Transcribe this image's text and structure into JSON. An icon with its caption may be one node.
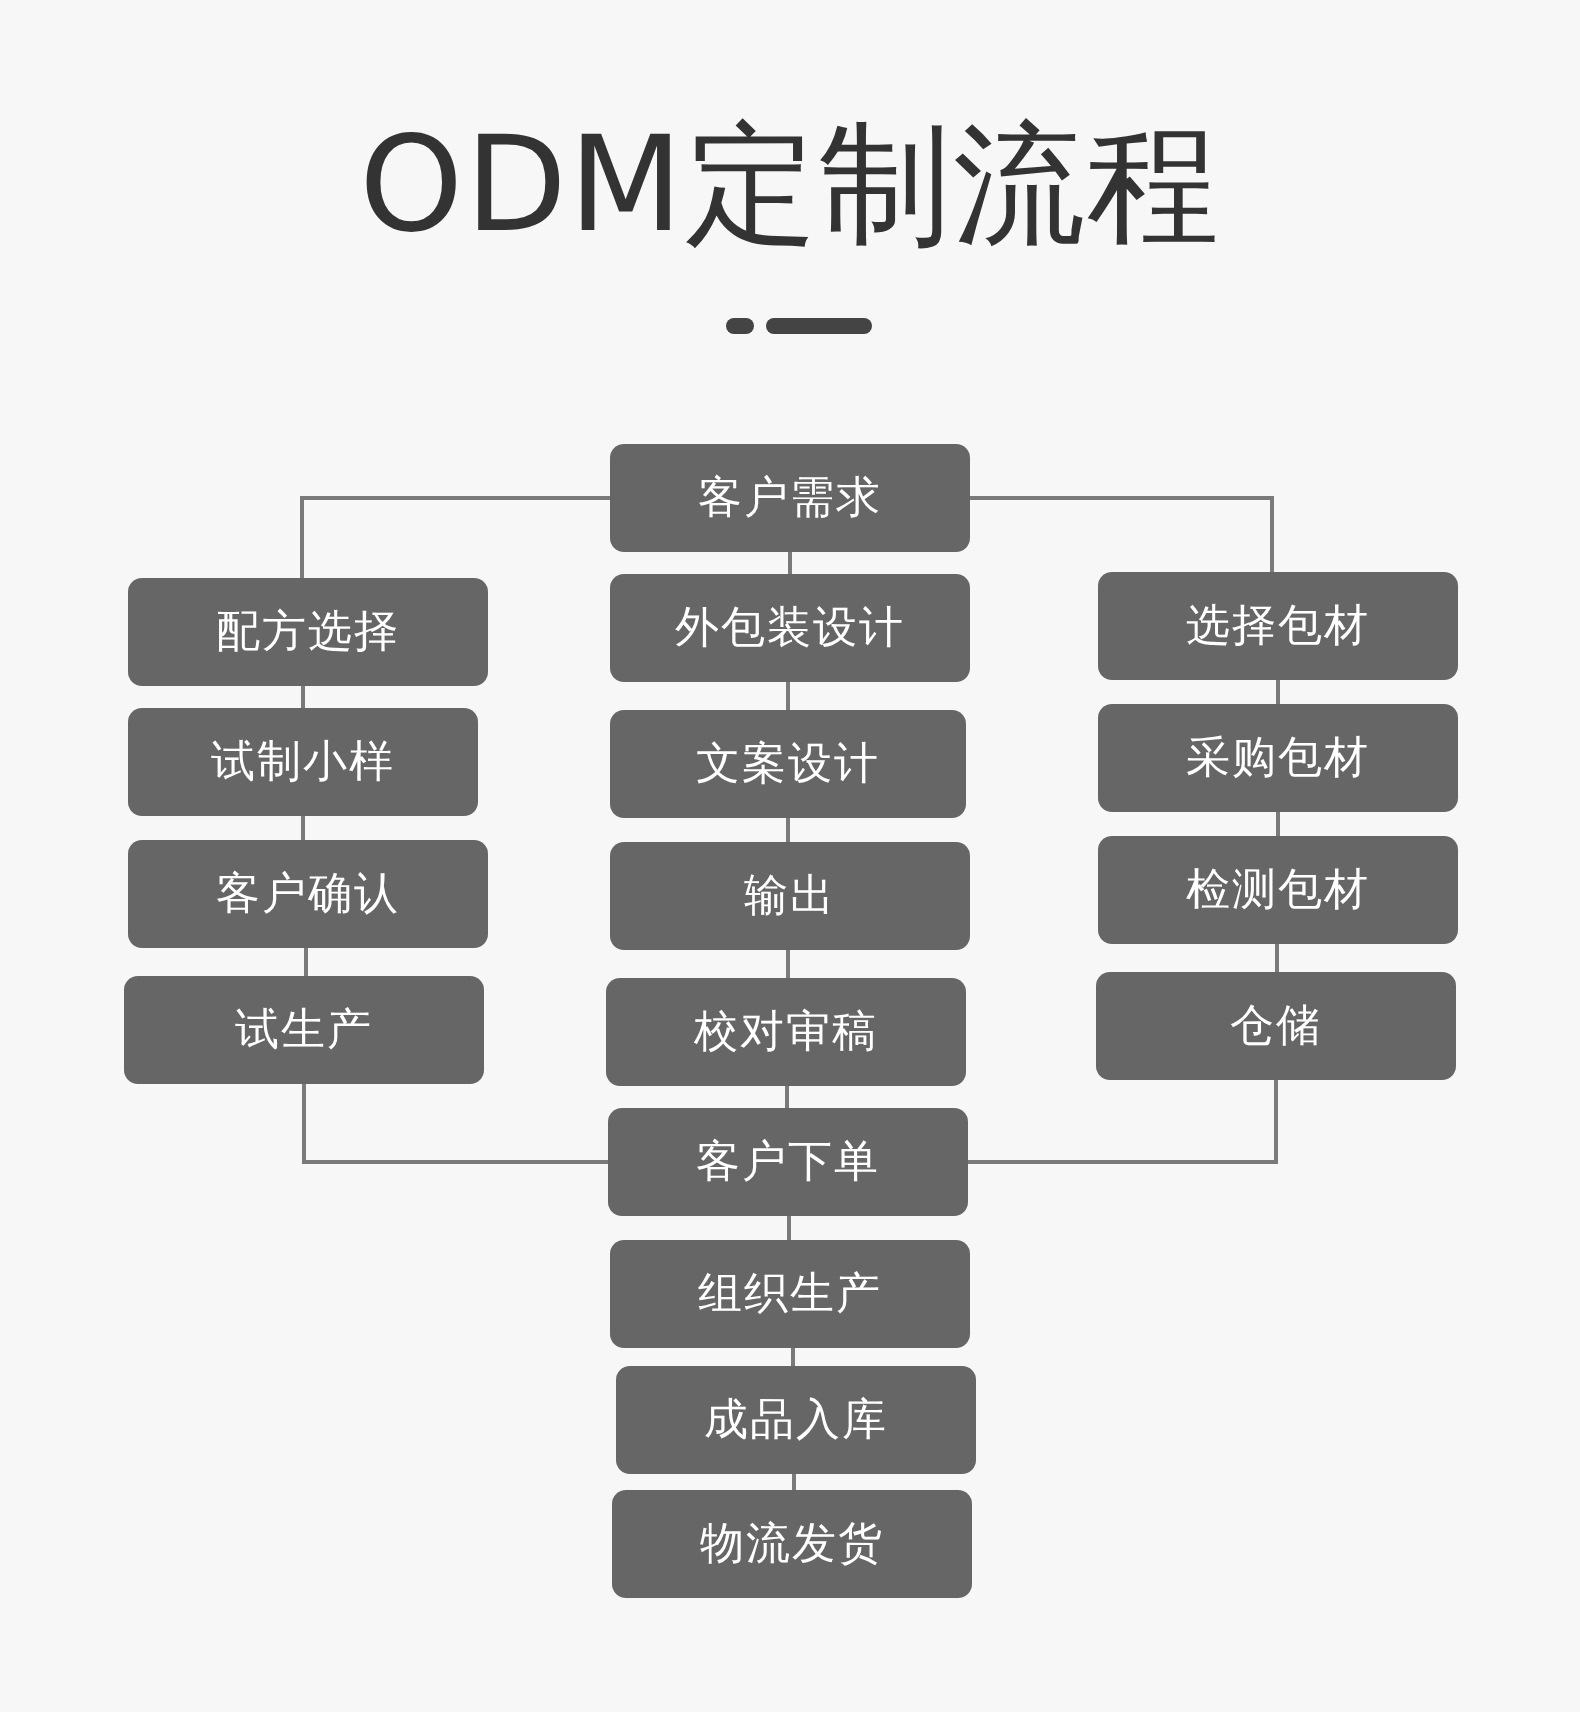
{
  "diagram": {
    "title": "ODM定制流程",
    "nodes": [
      {
        "text": [
          "客户需求"
        ]
      },
      {
        "text": [
          "配方选择"
        ]
      },
      {
        "text": [
          "外包装设计"
        ]
      },
      {
        "text": [
          "选择包材"
        ]
      },
      {
        "text": [
          "试制小样"
        ]
      },
      {
        "text": [
          "文案设计"
        ]
      },
      {
        "text": [
          "采购包材"
        ]
      },
      {
        "text": [
          "客户确认"
        ]
      },
      {
        "text": [
          "输出"
        ]
      },
      {
        "text": [
          "检测包材"
        ]
      },
      {
        "text": [
          "试生产"
        ]
      },
      {
        "text": [
          "校对审稿"
        ]
      },
      {
        "text": [
          "仓储"
        ]
      },
      {
        "text": [
          "客户下单"
        ]
      },
      {
        "text": [
          "组织生产"
        ]
      },
      {
        "text": [
          "成品入库"
        ]
      },
      {
        "text": [
          "物流发货"
        ]
      }
    ],
    "edges": [
      {
        "from": 0,
        "to": 1,
        "arrow": "none"
      },
      {
        "from": 0,
        "to": 2,
        "arrow": "none"
      },
      {
        "from": 0,
        "to": 3,
        "arrow": "none"
      },
      {
        "from": 1,
        "to": 4,
        "arrow": "none"
      },
      {
        "from": 4,
        "to": 7,
        "arrow": "none"
      },
      {
        "from": 7,
        "to": 10,
        "arrow": "none"
      },
      {
        "from": 10,
        "to": 13,
        "arrow": "none"
      },
      {
        "from": 2,
        "to": 5,
        "arrow": "none"
      },
      {
        "from": 5,
        "to": 8,
        "arrow": "none"
      },
      {
        "from": 8,
        "to": 11,
        "arrow": "none"
      },
      {
        "from": 11,
        "to": 13,
        "arrow": "none"
      },
      {
        "from": 3,
        "to": 6,
        "arrow": "none"
      },
      {
        "from": 6,
        "to": 9,
        "arrow": "none"
      },
      {
        "from": 9,
        "to": 12,
        "arrow": "none"
      },
      {
        "from": 12,
        "to": 13,
        "arrow": "none"
      },
      {
        "from": 13,
        "to": 14,
        "arrow": "none"
      },
      {
        "from": 14,
        "to": 15,
        "arrow": "none"
      },
      {
        "from": 15,
        "to": 16,
        "arrow": "none"
      }
    ]
  }
}
